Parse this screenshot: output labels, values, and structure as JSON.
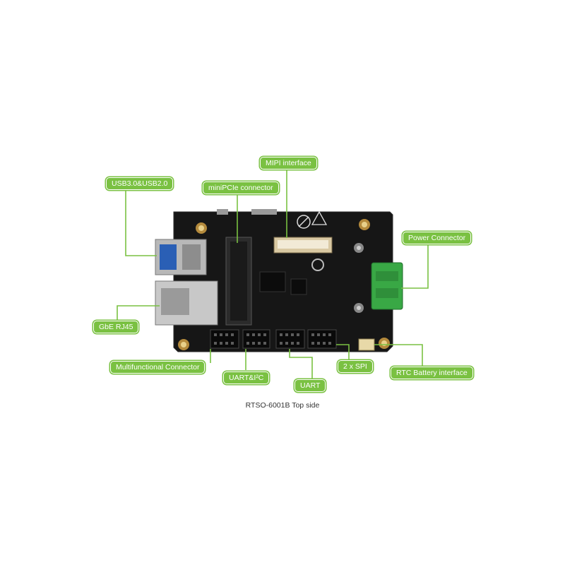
{
  "labels": {
    "mipi": "MIPI interface",
    "usb": "USB3.0&USB2.0",
    "minipcie": "miniPCIe connector",
    "power": "Power Connector",
    "gbe": "GbE RJ45",
    "multi": "Multifunctional Connector",
    "uart_i2c": "UART&I²C",
    "uart": "UART",
    "spi": "2 x SPI",
    "rtc": "RTC Battery interface"
  },
  "caption": "RTSO-6001B Top side",
  "colors": {
    "accent": "#7ac142",
    "board": "#161616",
    "usb_blue": "#2a5fb5",
    "terminal_green": "#39a845"
  }
}
